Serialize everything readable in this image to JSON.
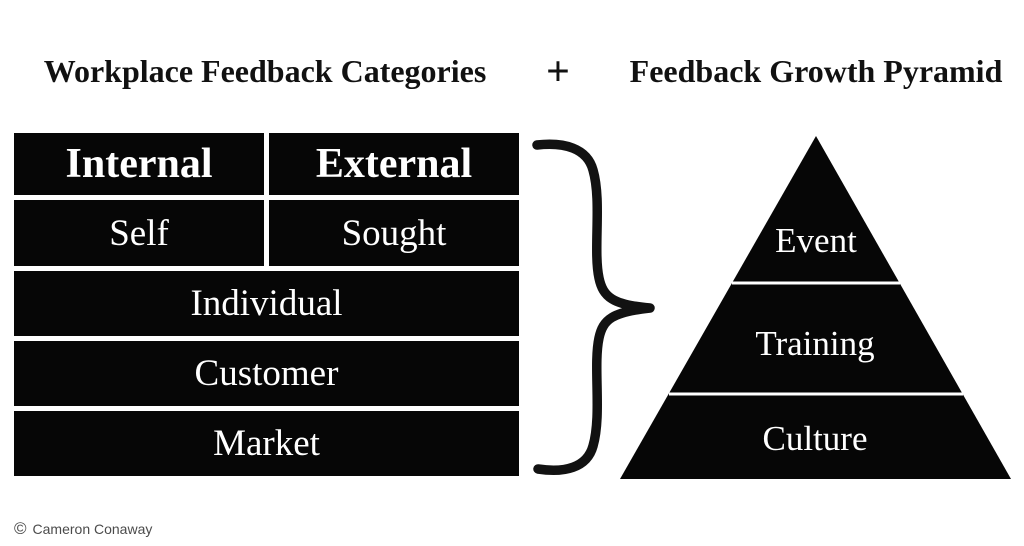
{
  "header": {
    "left_title": "Workplace Feedback Categories",
    "plus_sign": "+",
    "right_title": "Feedback Growth Pyramid"
  },
  "table": {
    "header_cells": [
      "Internal",
      "External"
    ],
    "sub_cells": [
      "Self",
      "Sought"
    ],
    "full_rows": [
      "Individual",
      "Customer",
      "Market"
    ]
  },
  "pyramid": {
    "levels": [
      "Event",
      "Training",
      "Culture"
    ]
  },
  "icons": {
    "brace": "curly-brace",
    "copyright": "circled-c"
  },
  "footer": {
    "copyright_symbol": "©",
    "attribution": "Cameron Conaway"
  },
  "colors": {
    "block_fill": "#060606",
    "text_on_block": "#ffffff",
    "title_text": "#111111",
    "attribution_text": "#4b4b4b",
    "background": "#ffffff"
  }
}
